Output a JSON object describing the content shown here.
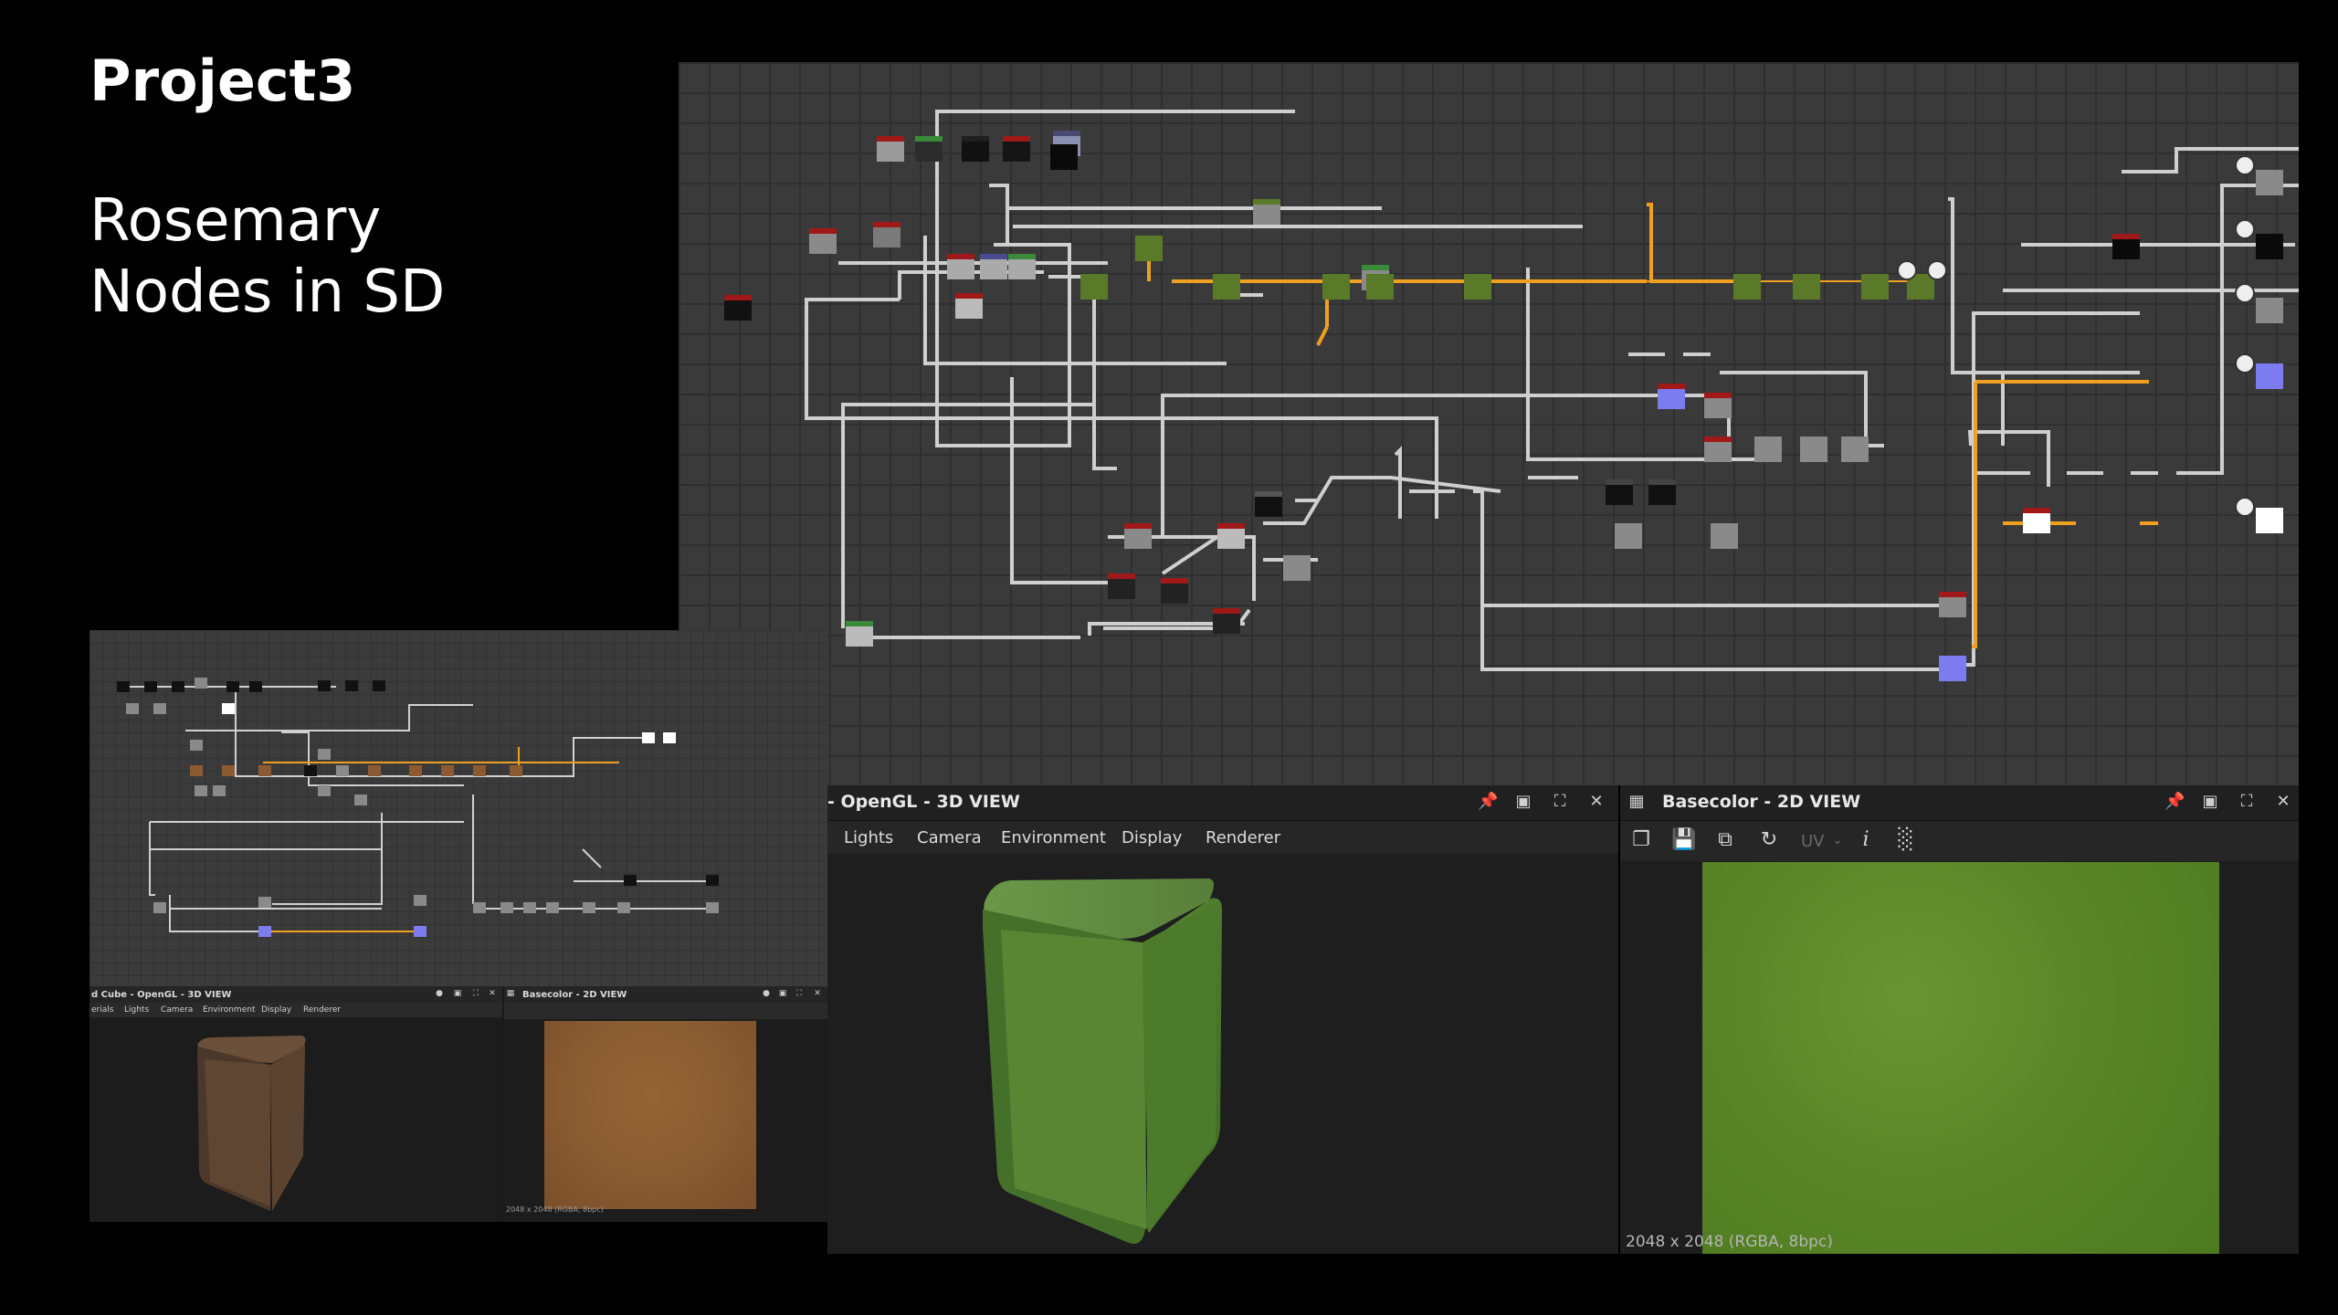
{
  "slide": {
    "title": "Project3",
    "subtitle_line1": "Rosemary",
    "subtitle_line2": "Nodes in SD"
  },
  "view3d": {
    "title": "- OpenGL - 3D VIEW",
    "menu": [
      "Lights",
      "Camera",
      "Environment",
      "Display",
      "Renderer"
    ],
    "header_icons": [
      "pin-icon",
      "float-icon",
      "maximize-icon",
      "close-icon"
    ]
  },
  "view2d": {
    "title": "Basecolor - 2D VIEW",
    "toolbar_icons": [
      "fit-view-icon",
      "save-icon",
      "copy-icon",
      "refresh-icon",
      "uv-icon",
      "info-icon",
      "histogram-icon"
    ],
    "uv_label": "UV",
    "status": "2048 x 2048 (RGBA, 8bpc)"
  },
  "inset": {
    "view3d_title": "d Cube - OpenGL - 3D VIEW",
    "view3d_menu": [
      "erials",
      "Lights",
      "Camera",
      "Environment",
      "Display",
      "Renderer"
    ],
    "view2d_title": "Basecolor - 2D VIEW",
    "status": "2048 x 2048 (RGBA, 8bpc)"
  },
  "colors": {
    "graph_bg": "#3a3a3a",
    "wire": "#c8c8c8",
    "wire_highlight": "#f0a020",
    "node_green": "#5a7a2a",
    "node_blue": "#7c7cf0",
    "node_red_bar": "#a01818",
    "cube_green": "#5e8a34",
    "texture_green": "#5f8a2a",
    "cube_brown": "#5e4633",
    "texture_brown": "#8a5c32"
  }
}
